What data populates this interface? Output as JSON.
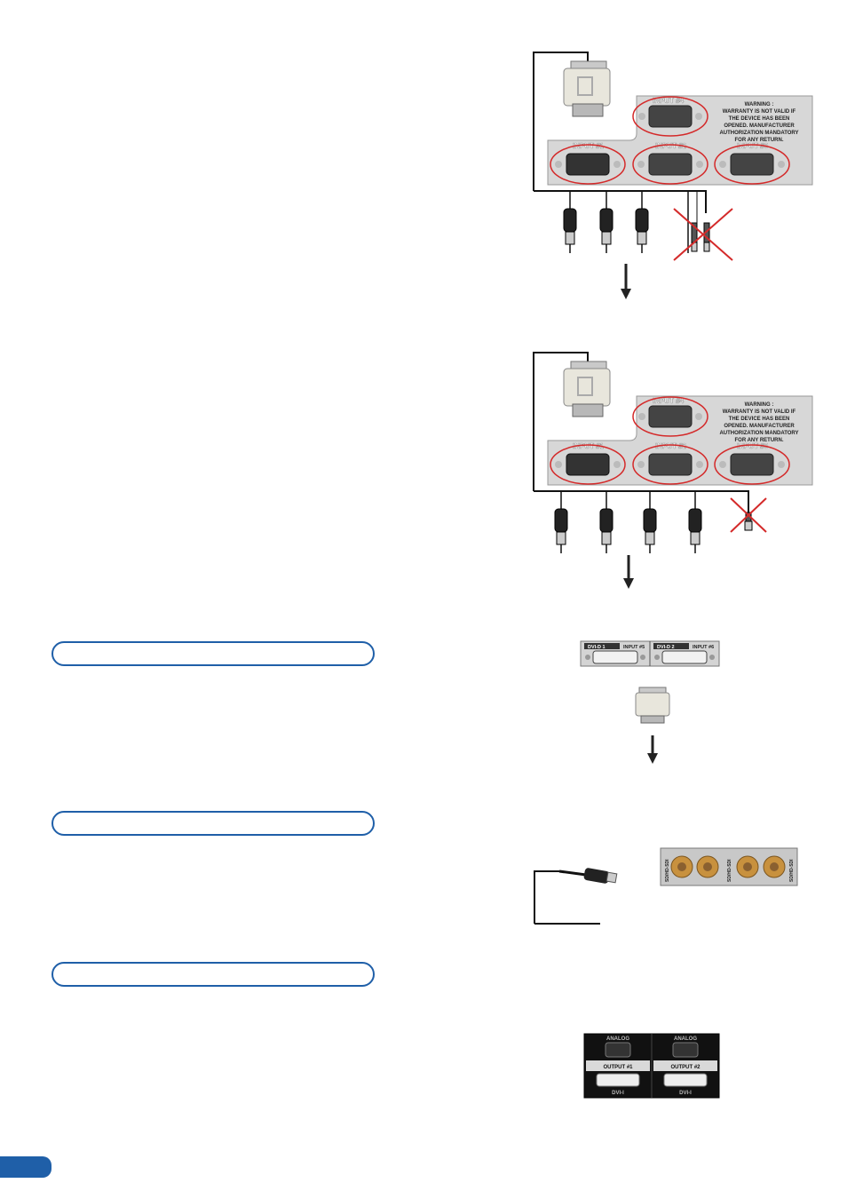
{
  "panel_input_labels": {
    "in4": "INPUT #4",
    "in1": "INPUT #1",
    "in2": "INPUT #2",
    "in3": "INPUT #3"
  },
  "warning_text": {
    "l1": "WARNING :",
    "l2": "WARRANTY IS NOT VALID IF",
    "l3": "THE DEVICE HAS BEEN",
    "l4": "OPENED. MANUFACTURER",
    "l5": "AUTHORIZATION MANDATORY",
    "l6": "FOR ANY RETURN."
  },
  "dvi_panel": {
    "dvi1": "DVI-D 1",
    "in5": "INPUT #5",
    "dvi2": "DVI-D 2",
    "in6": "INPUT #6"
  },
  "sdi_panel": {
    "label": "SD/HD-SDI"
  },
  "output_panel": {
    "analog": "ANALOG",
    "out1": "OUTPUT #1",
    "out2": "OUTPUT #2",
    "dvi": "DVI-I"
  },
  "colors": {
    "accent_blue": "#1f5fa8",
    "highlight_red": "#d42a2a"
  }
}
